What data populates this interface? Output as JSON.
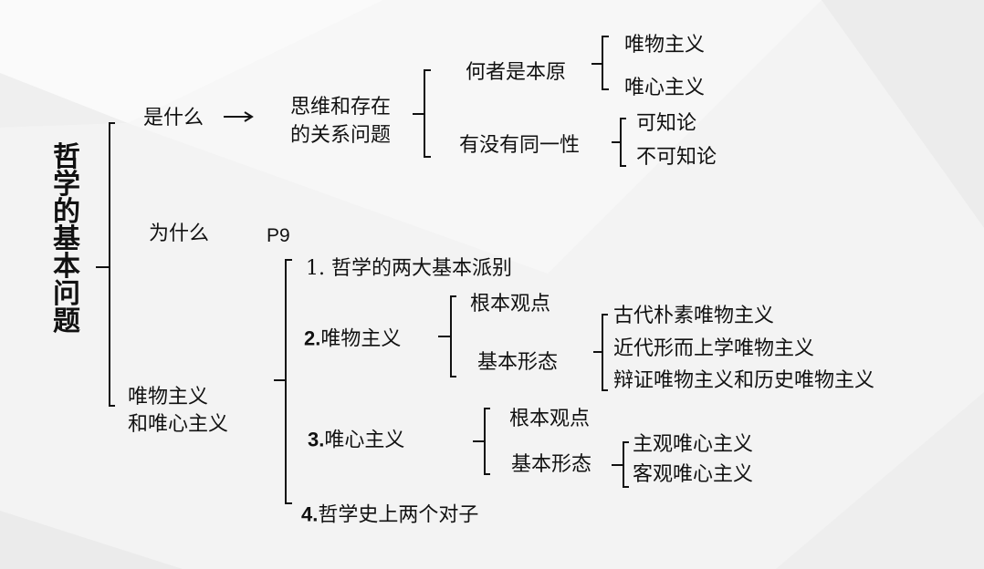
{
  "title": "哲学的基本问题",
  "what": {
    "label": "是什么",
    "relation": [
      "思维和存在",
      "的关系问题"
    ],
    "q1": {
      "label": "何者是本原",
      "children": [
        "唯物主义",
        "唯心主义"
      ]
    },
    "q2": {
      "label": "有没有同一性",
      "children": [
        "可知论",
        "不可知论"
      ]
    }
  },
  "why": {
    "label": "为什么",
    "page_ref": "P9"
  },
  "schools": {
    "label": [
      "唯物主义",
      "和唯心主义"
    ],
    "item1": {
      "num": "1.",
      "text": "哲学的两大基本派别"
    },
    "item2": {
      "num": "2.",
      "text": "唯物主义",
      "viewpoint": "根本观点",
      "forms_label": "基本形态",
      "forms": [
        "古代朴素唯物主义",
        "近代形而上学唯物主义",
        "辩证唯物主义和历史唯物主义"
      ]
    },
    "item3": {
      "num": "3.",
      "text": "唯心主义",
      "viewpoint": "根本观点",
      "forms_label": "基本形态",
      "forms": [
        "主观唯心主义",
        "客观唯心主义"
      ]
    },
    "item4": {
      "num": "4.",
      "text": "哲学史上两个对子"
    }
  }
}
